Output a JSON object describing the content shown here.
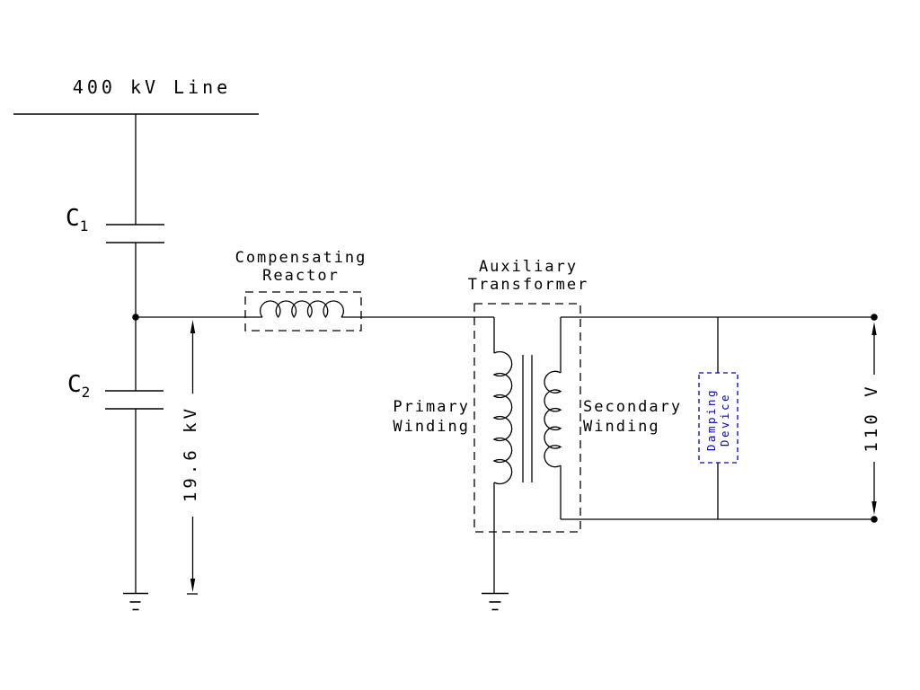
{
  "labels": {
    "line": "400 kV Line",
    "c1": {
      "name": "C",
      "sub": "1"
    },
    "c2": {
      "name": "C",
      "sub": "2"
    },
    "reactor": {
      "line1": "Compensating",
      "line2": "Reactor"
    },
    "transformer": {
      "line1": "Auxiliary",
      "line2": "Transformer"
    },
    "primary": {
      "line1": "Primary",
      "line2": "Winding"
    },
    "secondary": {
      "line1": "Secondary",
      "line2": "Winding"
    },
    "damping": {
      "line1": "Damping",
      "line2": "Device"
    },
    "primary_voltage": "19.6 kV",
    "secondary_voltage": "110 V"
  },
  "colors": {
    "ink": "#000000",
    "damping_blue": "#0000cc",
    "background": "#ffffff"
  }
}
